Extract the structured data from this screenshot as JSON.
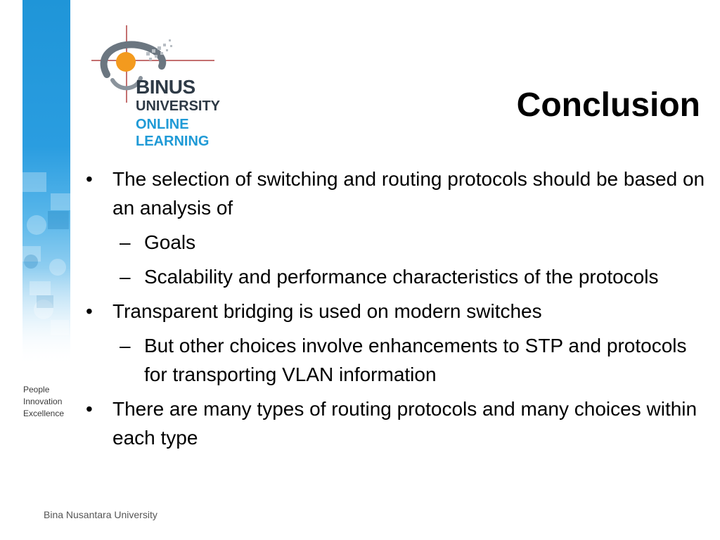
{
  "logo": {
    "line1": "BINUS",
    "line2": "UNIVERSITY",
    "line3": "ONLINE",
    "line4": "LEARNING",
    "accent_orange": "#f39a1e",
    "accent_blue": "#1f9ad6"
  },
  "sidebar": {
    "tagline": [
      "People",
      "Innovation",
      "Excellence"
    ],
    "color": "#1f95d8"
  },
  "slide": {
    "title": "Conclusion",
    "bullets": [
      {
        "level": 1,
        "marker": "•",
        "text": "The selection of switching and routing protocols should be based on an analysis of"
      },
      {
        "level": 2,
        "marker": "–",
        "text": "Goals"
      },
      {
        "level": 2,
        "marker": "–",
        "text": "Scalability and performance characteristics of the protocols"
      },
      {
        "level": 1,
        "marker": "•",
        "text": "Transparent bridging is used on modern switches"
      },
      {
        "level": 2,
        "marker": "–",
        "text": "But other choices involve enhancements to STP and protocols for transporting VLAN information"
      },
      {
        "level": 1,
        "marker": "•",
        "text": "There are many types of routing protocols and many choices within each type"
      }
    ]
  },
  "footer": {
    "text": "Bina Nusantara University"
  }
}
